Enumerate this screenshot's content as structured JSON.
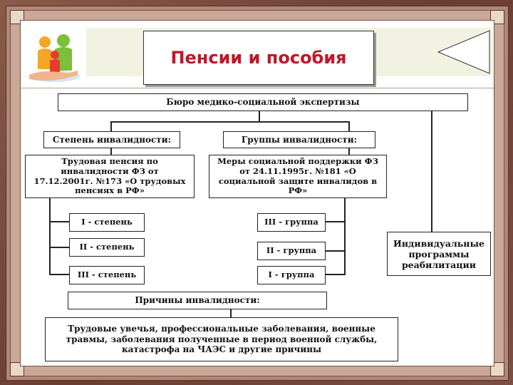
{
  "title": "Пенсии и пособия",
  "bureau": "Бюро медико-социальной экспертизы",
  "degree_header": "Степень инвалидности:",
  "group_header": "Группы инвалидности:",
  "pension_law": "Трудовая пенсия по инвалидности ФЗ от 17.12.2001г. №173 «О трудовых пенсиях в РФ»",
  "support_law": "Меры социальной поддержки ФЗ от 24.11.1995г. №181 «О социальной защите инвалидов в РФ»",
  "degrees": [
    "I - степень",
    "II - степень",
    "III - степень"
  ],
  "groups": [
    "III - группа",
    "II - группа",
    "I - группа"
  ],
  "rehab": "Индивидуальные программы реабилитации",
  "causes_header": "Причины инвалидности:",
  "causes_text": "Трудовые увечья, профессиональные заболевания, военные травмы, заболевания полученные в период военной службы, катастрофа на ЧАЭС и другие причины",
  "colors": {
    "title": "#c0172a",
    "frame": "#7d4f42"
  }
}
